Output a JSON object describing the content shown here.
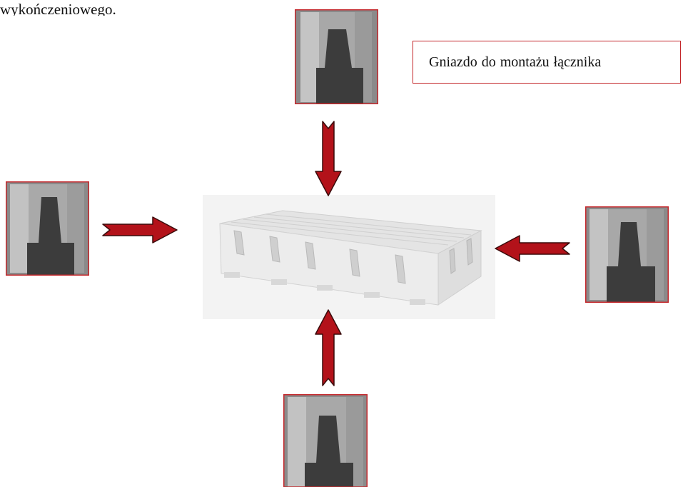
{
  "document": {
    "top_text": "wykończeniowego."
  },
  "caption": {
    "text": "Gniazdo do montażu  łącznika"
  },
  "colors": {
    "accent_red": "#c3262a",
    "arrow_fill": "#b3121a",
    "arrow_stroke": "#3a0b0b",
    "socket_frame": "#c3262a"
  },
  "icons": {
    "socket_photo": "connector-socket-photo",
    "block_photo": "pontoon-block-photo",
    "arrow": "red-block-arrow"
  }
}
